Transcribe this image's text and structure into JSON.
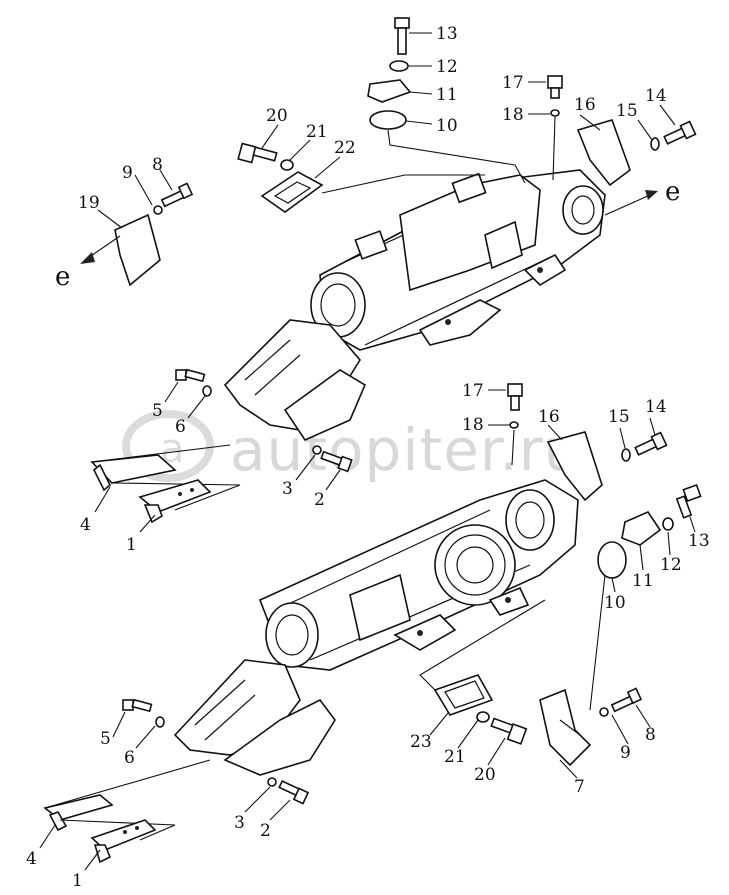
{
  "watermark": "autopiter.ru",
  "direction_label": "e",
  "upper_assembly": {
    "callouts": [
      "13",
      "12",
      "11",
      "10",
      "17",
      "18",
      "16",
      "15",
      "14",
      "20",
      "21",
      "22",
      "9",
      "8",
      "19",
      "5",
      "6",
      "4",
      "1",
      "3",
      "2"
    ]
  },
  "lower_assembly": {
    "callouts": [
      "17",
      "18",
      "16",
      "15",
      "14",
      "13",
      "12",
      "11",
      "10",
      "5",
      "6",
      "23",
      "21",
      "20",
      "9",
      "8",
      "7",
      "4",
      "1",
      "3",
      "2"
    ]
  }
}
